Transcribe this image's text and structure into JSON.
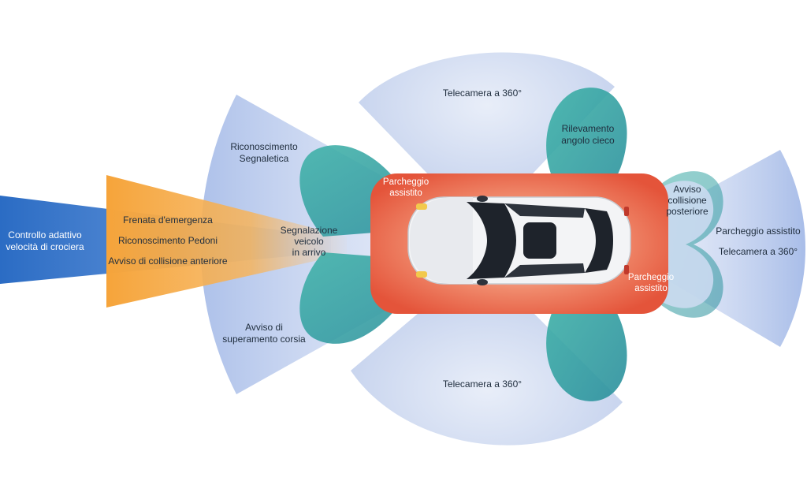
{
  "colors": {
    "zone_blue_light": "#b8c8ea",
    "zone_teal": "#2a9e9c",
    "zone_orange": "#f6a43a",
    "zone_blue_dark": "#2b6cc4",
    "zone_red": "#e4543a",
    "text_dark": "#1f2d3d",
    "text_white": "#ffffff"
  },
  "zones": {
    "adaptive_cruise": {
      "line1": "Controllo adattivo",
      "line2": "velocità di crociera"
    },
    "front_radar": {
      "emergency_braking": "Frenata d'emergenza",
      "pedestrian_recognition": "Riconoscimento Pedoni",
      "forward_collision": "Avviso di collisione anteriore"
    },
    "sign_recognition": {
      "line1": "Riconoscimento",
      "line2": "Segnaletica"
    },
    "cross_traffic_front": {
      "line1": "Segnalazione",
      "line2": "veicolo",
      "line3": "in arrivo"
    },
    "lane_departure": {
      "line1": "Avviso di",
      "line2": "superamento corsia"
    },
    "surround_top": "Telecamera a 360°",
    "surround_bottom": "Telecamera a 360°",
    "blind_spot": {
      "line1": "Rilevamento",
      "line2": "angolo cieco"
    },
    "park_assist_front": {
      "line1": "Parcheggio",
      "line2": "assistito"
    },
    "park_assist_rear": {
      "line1": "Parcheggio",
      "line2": "assistito"
    },
    "rear_collision": {
      "line1": "Avviso",
      "line2": "collisione",
      "line3": "posteriore"
    },
    "rear_park_assist": "Parcheggio assistito",
    "rear_camera": "Telecamera a 360°"
  }
}
